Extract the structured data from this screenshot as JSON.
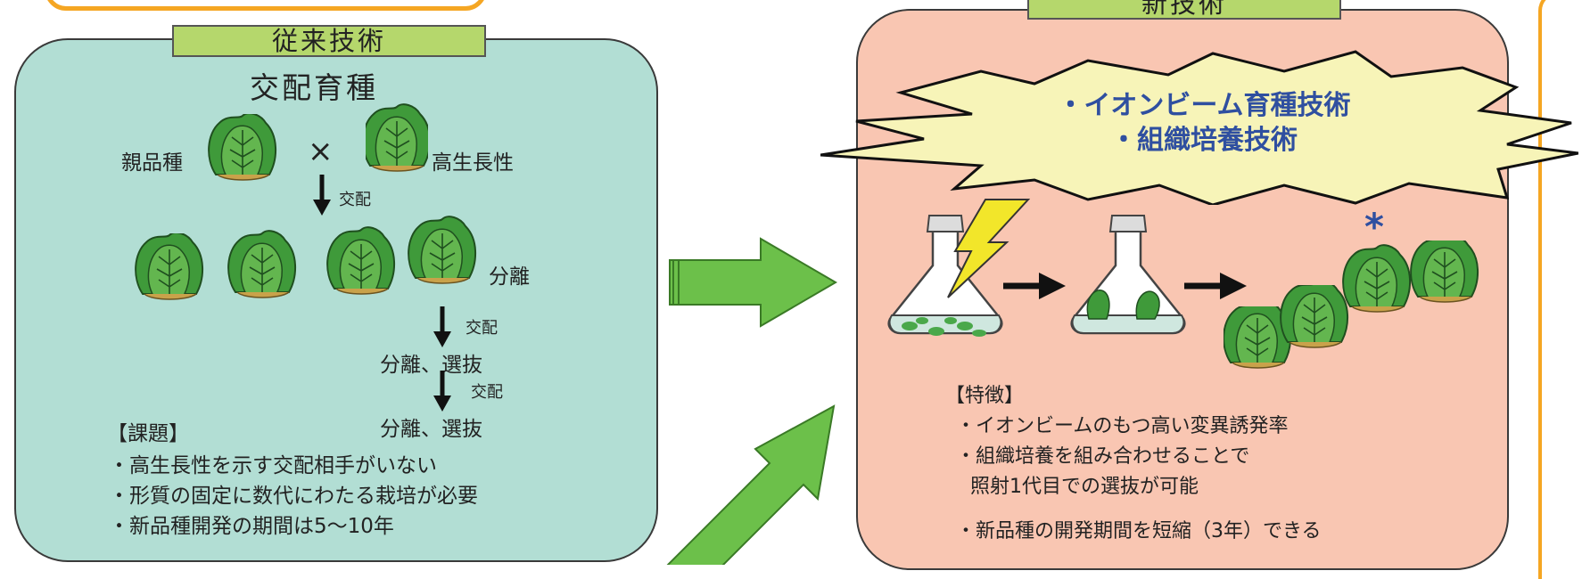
{
  "left": {
    "tag": "従来技術",
    "title": "交配育種",
    "parent_label": "親品種",
    "cross_mark": "×",
    "trait_label": "高生長性",
    "cross1": "交配",
    "segregation": "分離",
    "cross2": "交配",
    "sel1": "分離、選抜",
    "cross3": "交配",
    "sel2": "分離、選抜",
    "issues_header": "【課題】",
    "issues": [
      "・高生長性を示す交配相手がいない",
      "・形質の固定に数代にわたる栽培が必要",
      "・新品種開発の期間は5～10年"
    ]
  },
  "right": {
    "tag": "新技術",
    "burst_line1": "・イオンビーム育種技術",
    "burst_line2": "・組織培養技術",
    "star": "*",
    "features_header": "【特徴】",
    "features": [
      "・イオンビームのもつ高い変異誘発率",
      "・組織培養を組み合わせることで",
      "照射1代目での選抜が可能",
      "・新品種の開発期間を短縮（3年）できる"
    ]
  },
  "colors": {
    "left_panel": "#b2ded4",
    "right_panel": "#f9c6b2",
    "tag": "#b5d76c",
    "arrow_green": "#6cc04a",
    "burst_fill": "#f7f4b8",
    "burst_text": "#2f4fa0",
    "frame_orange": "#f5a623",
    "lightning": "#f2e62a"
  },
  "icons": [
    "lettuce-icon",
    "flask-icon",
    "lightning-icon",
    "arrow-right-icon",
    "arrow-down-icon"
  ]
}
